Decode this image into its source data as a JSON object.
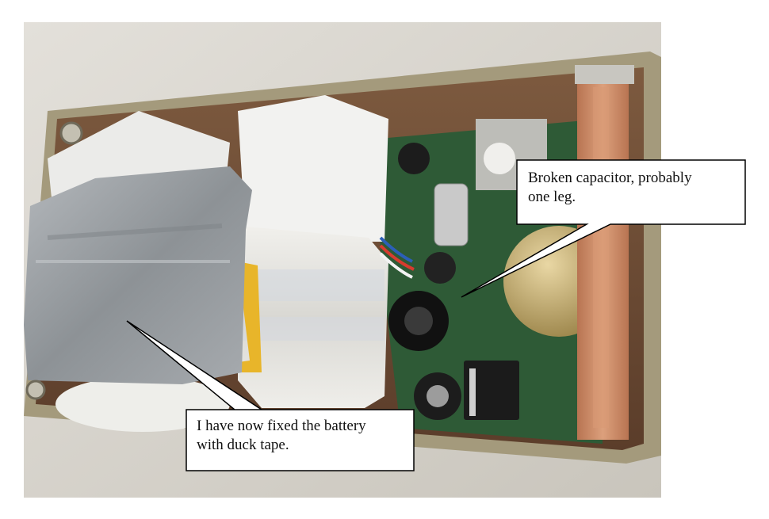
{
  "photo": {
    "subject": "opened-device-with-battery-and-circuit-board"
  },
  "annotations": {
    "capacitor_note": "Broken capacitor, probably\none leg.",
    "battery_note": "I have now fixed the battery\nwith duck tape."
  },
  "colors": {
    "background_wall": "#d9d6cf",
    "enclosure_metal": "#9d9478",
    "circuit_board": "#2f5a35",
    "foam": "#eeeeec",
    "duct_tape": "#9a9ea2",
    "battery": "#e7e5e0",
    "copper_strip": "#c98a63",
    "callout_border": "#000000",
    "callout_fill": "#ffffff"
  }
}
